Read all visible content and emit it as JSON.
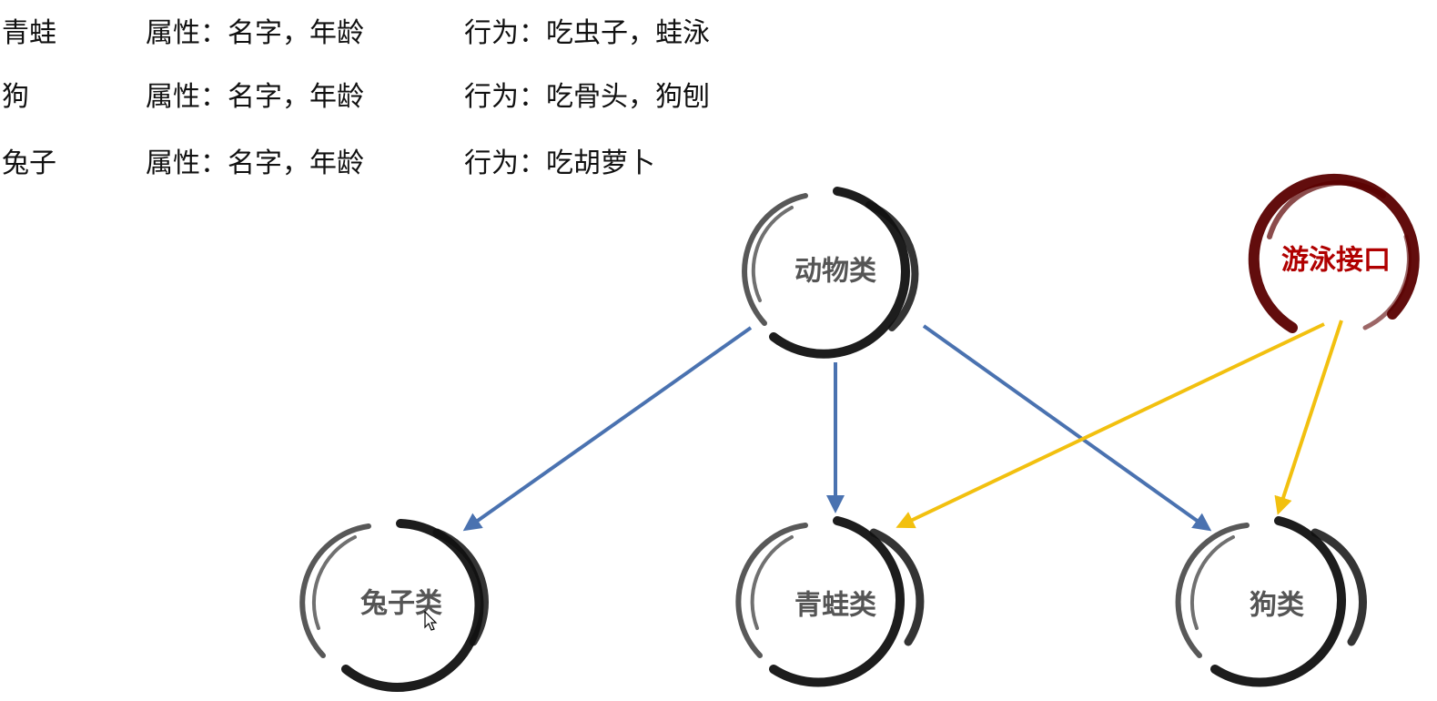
{
  "rows": [
    {
      "name": "青蛙",
      "attrs": "属性：名字，年龄",
      "behaviors": "行为：吃虫子，蛙泳"
    },
    {
      "name": "狗",
      "attrs": "属性：名字，年龄",
      "behaviors": "行为：吃骨头，狗刨"
    },
    {
      "name": "兔子",
      "attrs": "属性：名字，年龄",
      "behaviors": "行为：吃胡萝卜"
    }
  ],
  "nodes": {
    "animal": "动物类",
    "swim_interface": "游泳接口",
    "rabbit": "兔子类",
    "frog": "青蛙类",
    "dog": "狗类"
  },
  "colors": {
    "inheritance_arrow": "#4a72b0",
    "interface_arrow": "#f2c00f",
    "brush_dark": "#111111",
    "brush_red": "#5a0000",
    "label_dark": "#555555",
    "label_red": "#b00000"
  }
}
